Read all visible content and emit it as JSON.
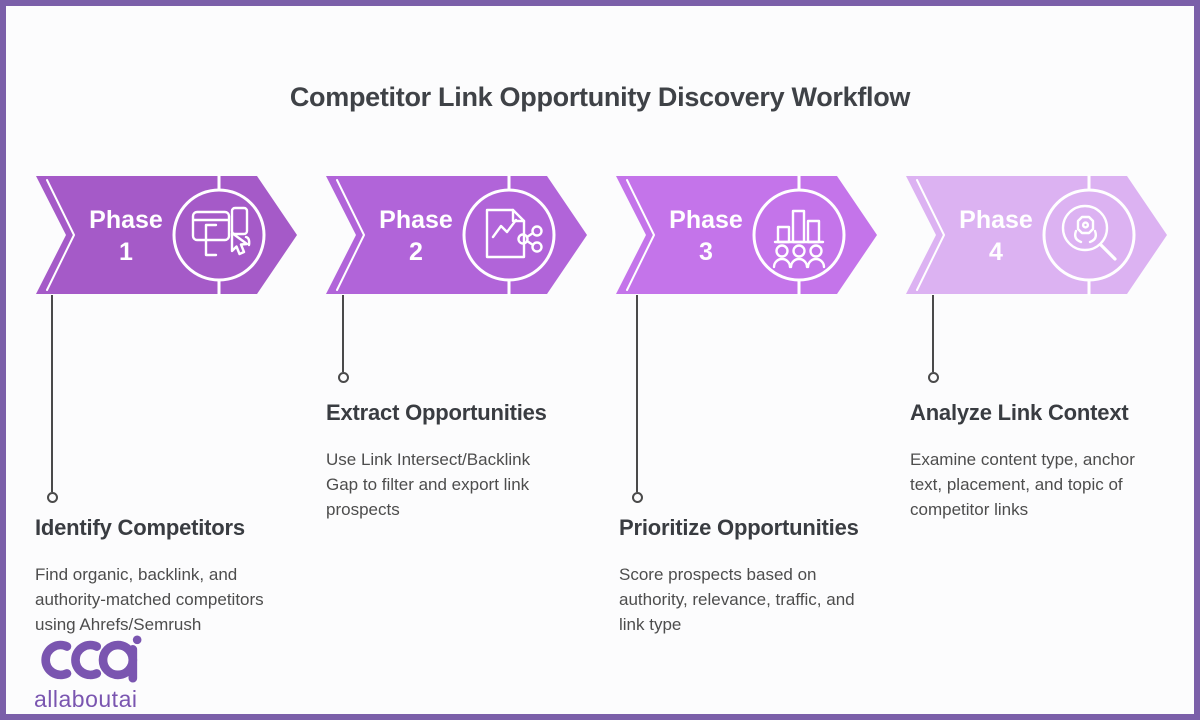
{
  "frame": {
    "border_color": "#7b5fa9",
    "background": "#fcfcfd"
  },
  "title": "Competitor Link Opportunity Discovery Workflow",
  "phases": [
    {
      "label_line1": "Phase",
      "label_line2": "1",
      "color": "#a55ac8",
      "icon": "devices-cursor-icon",
      "heading": "Identify Competitors",
      "description": "Find organic, backlink, and authority-matched competitors using Ahrefs/Semrush"
    },
    {
      "label_line1": "Phase",
      "label_line2": "2",
      "color": "#b164d9",
      "icon": "document-chart-share-icon",
      "heading": "Extract Opportunities",
      "description": "Use Link Intersect/Backlink Gap to filter and export link prospects"
    },
    {
      "label_line1": "Phase",
      "label_line2": "3",
      "color": "#c474ea",
      "icon": "bar-chart-people-icon",
      "heading": "Prioritize Opportunities",
      "description": "Score prospects based on authority, relevance, traffic, and link type"
    },
    {
      "label_line1": "Phase",
      "label_line2": "4",
      "color": "#dcb2f2",
      "icon": "magnifier-robot-icon",
      "heading": "Analyze Link Context",
      "description": "Examine content type, anchor text, placement, and topic of competitor links"
    }
  ],
  "logo": {
    "text": "allaboutai",
    "color": "#7a55b0"
  }
}
